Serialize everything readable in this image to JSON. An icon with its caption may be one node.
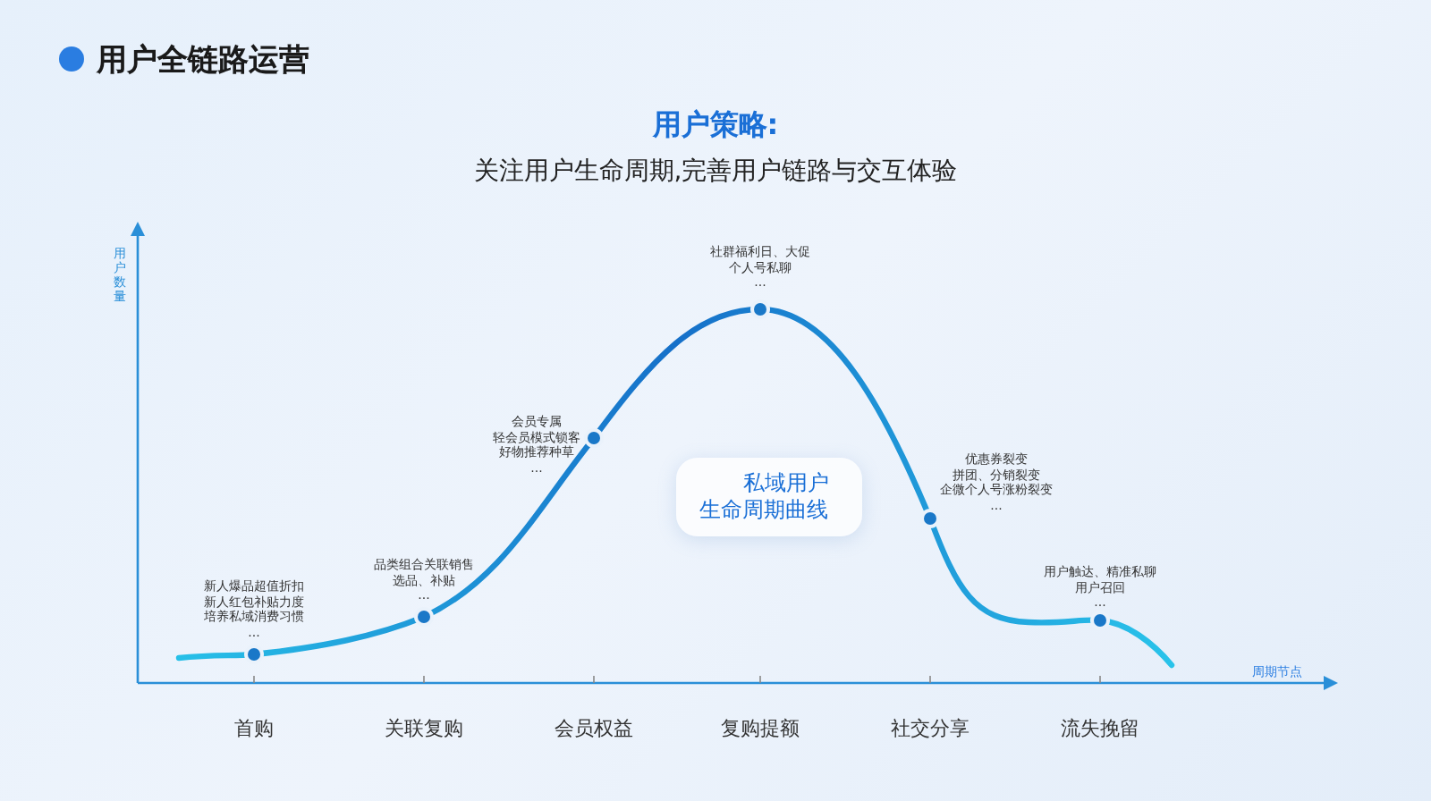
{
  "diagram": {
    "title": "用户全链路运营",
    "nodes": [
      {
        "text": [
          "私域用户生命周期曲线"
        ]
      }
    ],
    "labels": [
      "用户策略:",
      "关注用户生命周期,完善用户链路与交互体验",
      "用户数量",
      "社群福利日、大促",
      "个人号私聊",
      "...",
      "会员专属",
      "轻会员模式锁客",
      "好物推荐种草",
      "...",
      "品类组合关联销售",
      "选品、补贴",
      "...",
      "优惠券裂变",
      "拼团、分销裂变",
      "企微个人号涨粉裂变",
      "...",
      "新人爆品超值折扣",
      "新人红包补贴力度",
      "培养私域消费习惯",
      "...",
      "用户触达、精准私聊",
      "用户召回",
      "...",
      "周期节点",
      "首购",
      "关联复购",
      "会员权益",
      "复购提额",
      "社交分享",
      "流失挽留"
    ]
  }
}
